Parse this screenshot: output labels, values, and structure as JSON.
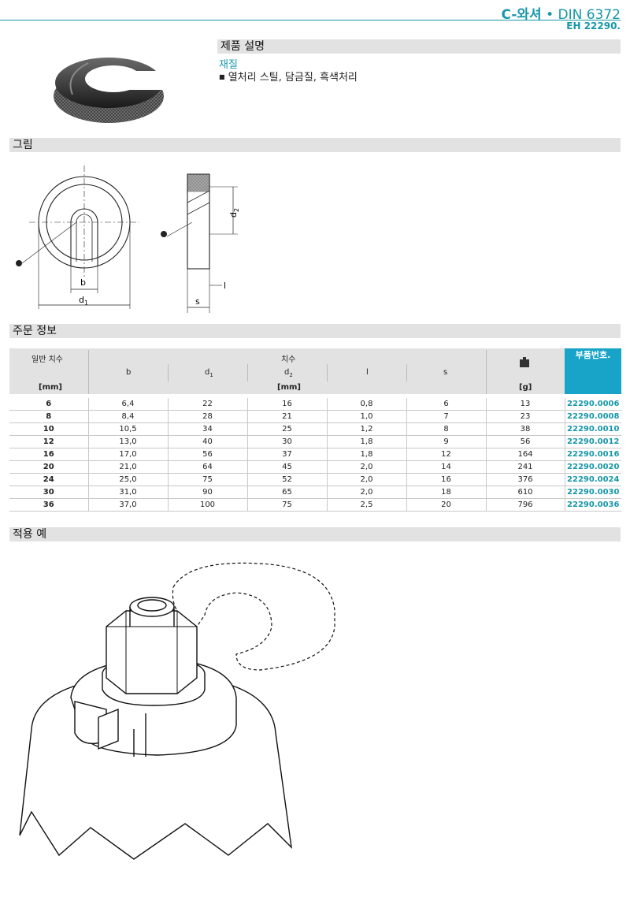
{
  "header": {
    "title_bold": "C-와셔",
    "title_bullet": "•",
    "title_rest": "DIN 6372",
    "code": "EH 22290."
  },
  "description": {
    "heading": "제품 설명",
    "material_label": "재질",
    "material_text": "열처리 스틸, 담금질, 흑색처리"
  },
  "drawing": {
    "heading": "그림",
    "labels": {
      "b": "b",
      "d1": "d",
      "d1_sub": "1",
      "d2": "d",
      "d2_sub": "2",
      "l": "l",
      "s": "s"
    }
  },
  "order": {
    "heading": "주문 정보",
    "header": {
      "nominal": "일반 치수",
      "nominal_unit": "[mm]",
      "dimensions": "치수",
      "dims_unit": "[mm]",
      "weight_unit": "[g]",
      "part_no": "부품번호.",
      "cols": {
        "b": "b",
        "d1": "d",
        "d1_sub": "1",
        "d2": "d",
        "d2_sub": "2",
        "l": "l",
        "s": "s"
      }
    },
    "rows": [
      [
        "6",
        "6,4",
        "22",
        "16",
        "0,8",
        "6",
        "13",
        "22290.0006"
      ],
      [
        "8",
        "8,4",
        "28",
        "21",
        "1,0",
        "7",
        "23",
        "22290.0008"
      ],
      [
        "10",
        "10,5",
        "34",
        "25",
        "1,2",
        "8",
        "38",
        "22290.0010"
      ],
      [
        "12",
        "13,0",
        "40",
        "30",
        "1,8",
        "9",
        "56",
        "22290.0012"
      ],
      [
        "16",
        "17,0",
        "56",
        "37",
        "1,8",
        "12",
        "164",
        "22290.0016"
      ],
      [
        "20",
        "21,0",
        "64",
        "45",
        "2,0",
        "14",
        "241",
        "22290.0020"
      ],
      [
        "24",
        "25,0",
        "75",
        "52",
        "2,0",
        "16",
        "376",
        "22290.0024"
      ],
      [
        "30",
        "31,0",
        "90",
        "65",
        "2,0",
        "18",
        "610",
        "22290.0030"
      ],
      [
        "36",
        "37,0",
        "100",
        "75",
        "2,5",
        "20",
        "796",
        "22290.0036"
      ]
    ]
  },
  "application": {
    "heading": "적용 예"
  },
  "colors": {
    "accent": "#1797a8",
    "part_header": "#18a4c8",
    "bar": "#e2e2e2"
  }
}
